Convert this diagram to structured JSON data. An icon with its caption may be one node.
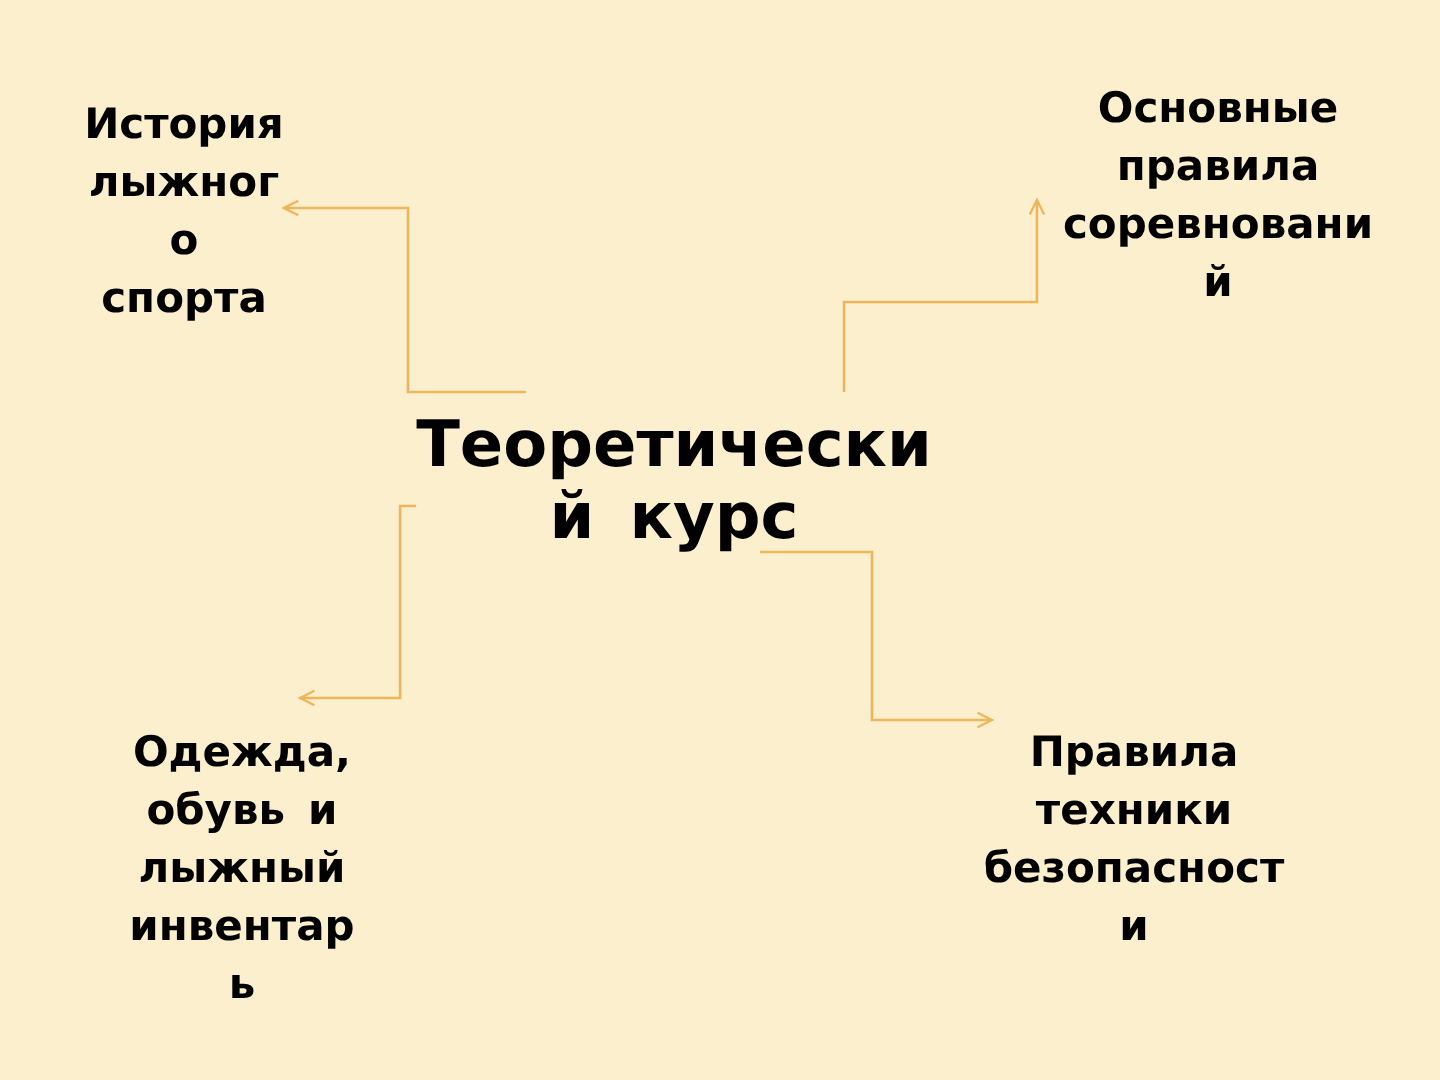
{
  "diagram": {
    "nodes": [
      {
        "text": [
          "История лыжног о спорта"
        ]
      },
      {
        "text": [
          "Основные правила соревновани й"
        ]
      },
      {
        "text": [
          "Теоретически й курс"
        ]
      },
      {
        "text": [
          "Одежда, обувь и лыжный инвентар ь"
        ]
      },
      {
        "text": [
          "Правила техники безопасност и"
        ]
      }
    ],
    "edges": [
      {
        "from": 2,
        "to": 0,
        "arrow": "to"
      },
      {
        "from": 2,
        "to": 1,
        "arrow": "to"
      },
      {
        "from": 2,
        "to": 3,
        "arrow": "to"
      },
      {
        "from": 2,
        "to": 4,
        "arrow": "to"
      }
    ]
  }
}
